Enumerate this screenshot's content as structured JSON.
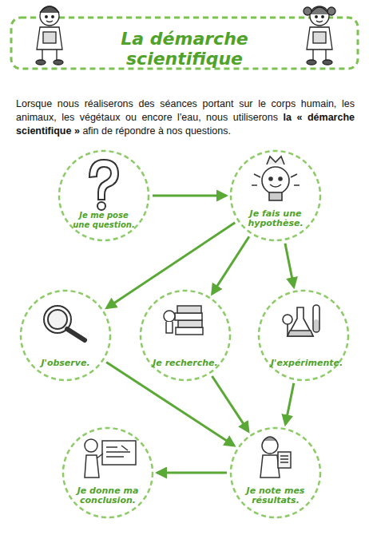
{
  "diagram": {
    "title": "La démarche scientifique",
    "nodes": [
      {
        "text": [
          "Je me pose une question."
        ]
      },
      {
        "text": [
          "Je fais une hypothèse."
        ]
      },
      {
        "text": [
          "J'observe."
        ]
      },
      {
        "text": [
          "Je recherche."
        ]
      },
      {
        "text": [
          "J'expérimente."
        ]
      },
      {
        "text": [
          "Je note mes résultats."
        ]
      },
      {
        "text": [
          "Je donne ma conclusion."
        ]
      }
    ],
    "edges": [
      {
        "from": 0,
        "to": 1,
        "arrow": "to"
      },
      {
        "from": 1,
        "to": 2,
        "arrow": "to"
      },
      {
        "from": 1,
        "to": 3,
        "arrow": "to"
      },
      {
        "from": 1,
        "to": 4,
        "arrow": "to"
      },
      {
        "from": 2,
        "to": 5,
        "arrow": "to"
      },
      {
        "from": 3,
        "to": 5,
        "arrow": "to"
      },
      {
        "from": 4,
        "to": 5,
        "arrow": "to"
      },
      {
        "from": 5,
        "to": 6,
        "arrow": "to"
      }
    ],
    "labels": [
      "Lorsque nous réaliserons des séances portant sur le corps humain, les animaux, les végétaux ou encore l'eau, nous utiliserons",
      "la « démarche scientifique »",
      "afin de répondre à nos questions."
    ]
  }
}
